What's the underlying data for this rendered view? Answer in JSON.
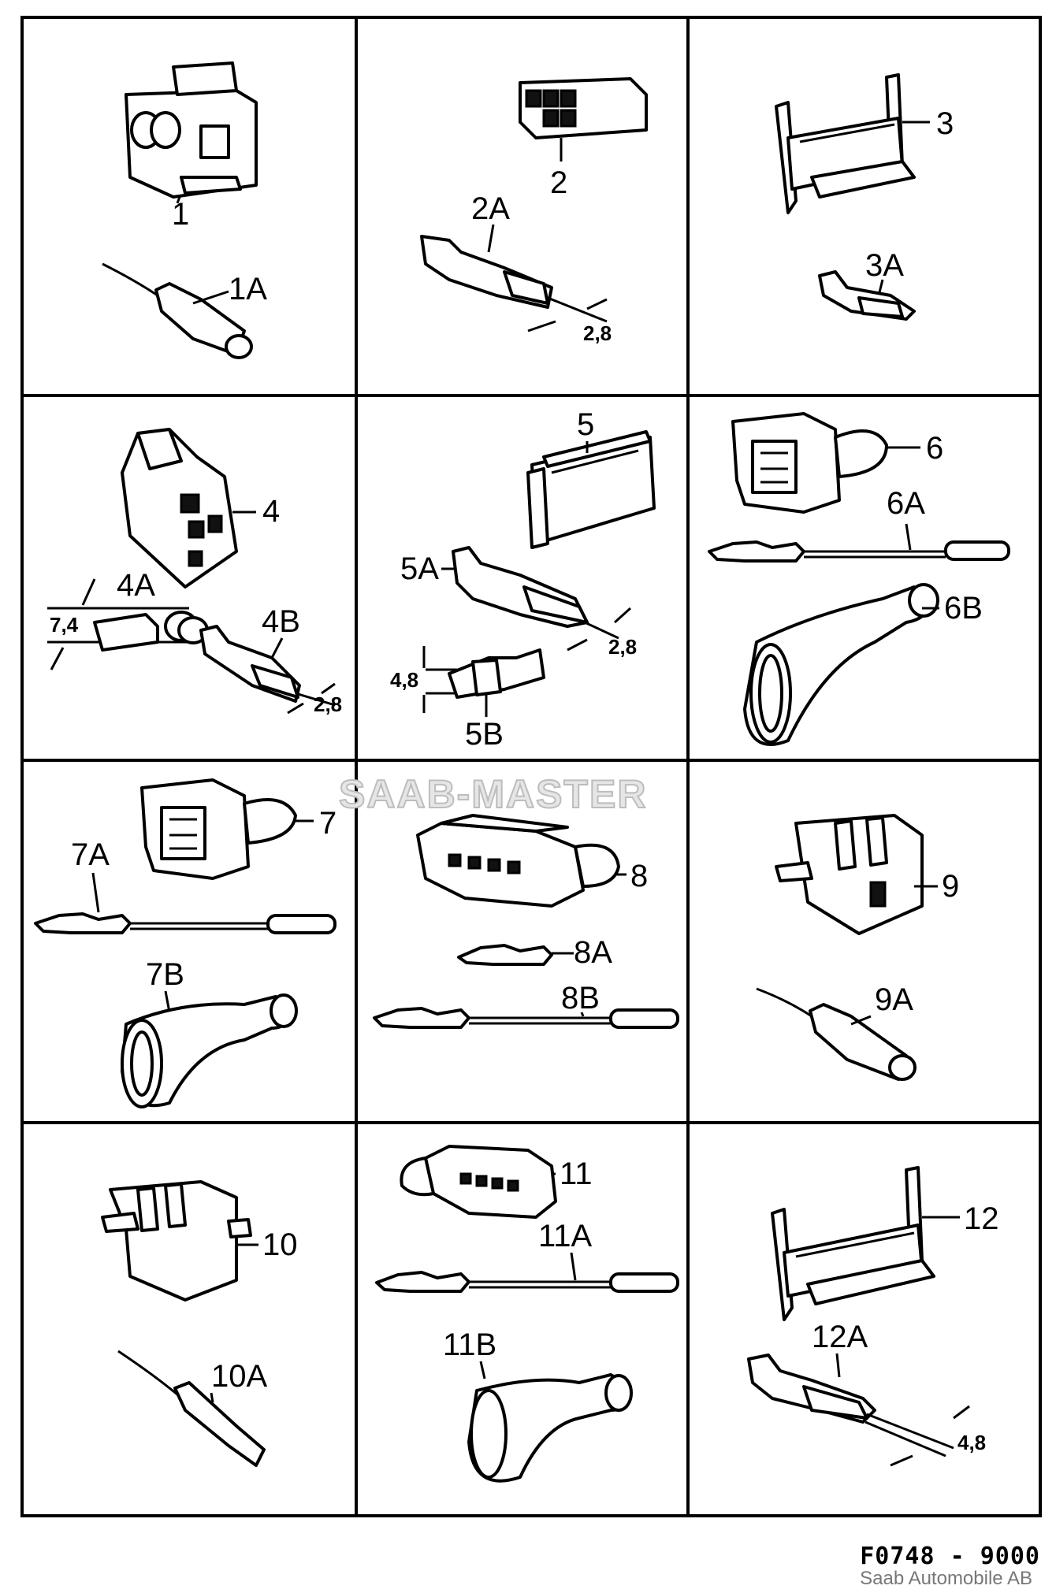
{
  "watermark": "SAAB-MASTER",
  "footer": {
    "figure_code": "F0748 - 9000",
    "credit": "Saab Automobile AB"
  },
  "cells": [
    {
      "id": "c1",
      "labels": [
        "1",
        "1A"
      ]
    },
    {
      "id": "c2",
      "labels": [
        "2",
        "2A"
      ],
      "dims": [
        "2,8"
      ]
    },
    {
      "id": "c3",
      "labels": [
        "3",
        "3A"
      ]
    },
    {
      "id": "c4",
      "labels": [
        "4",
        "4A",
        "4B"
      ],
      "dims": [
        "7,4",
        "2,8"
      ]
    },
    {
      "id": "c5",
      "labels": [
        "5",
        "5A",
        "5B"
      ],
      "dims": [
        "2,8",
        "4,8"
      ]
    },
    {
      "id": "c6",
      "labels": [
        "6",
        "6A",
        "6B"
      ]
    },
    {
      "id": "c7",
      "labels": [
        "7",
        "7A",
        "7B"
      ]
    },
    {
      "id": "c8",
      "labels": [
        "8",
        "8A",
        "8B"
      ]
    },
    {
      "id": "c9",
      "labels": [
        "9",
        "9A"
      ]
    },
    {
      "id": "c10",
      "labels": [
        "10",
        "10A"
      ]
    },
    {
      "id": "c11",
      "labels": [
        "11",
        "11A",
        "11B"
      ]
    },
    {
      "id": "c12",
      "labels": [
        "12",
        "12A"
      ],
      "dims": [
        "4,8"
      ]
    }
  ]
}
